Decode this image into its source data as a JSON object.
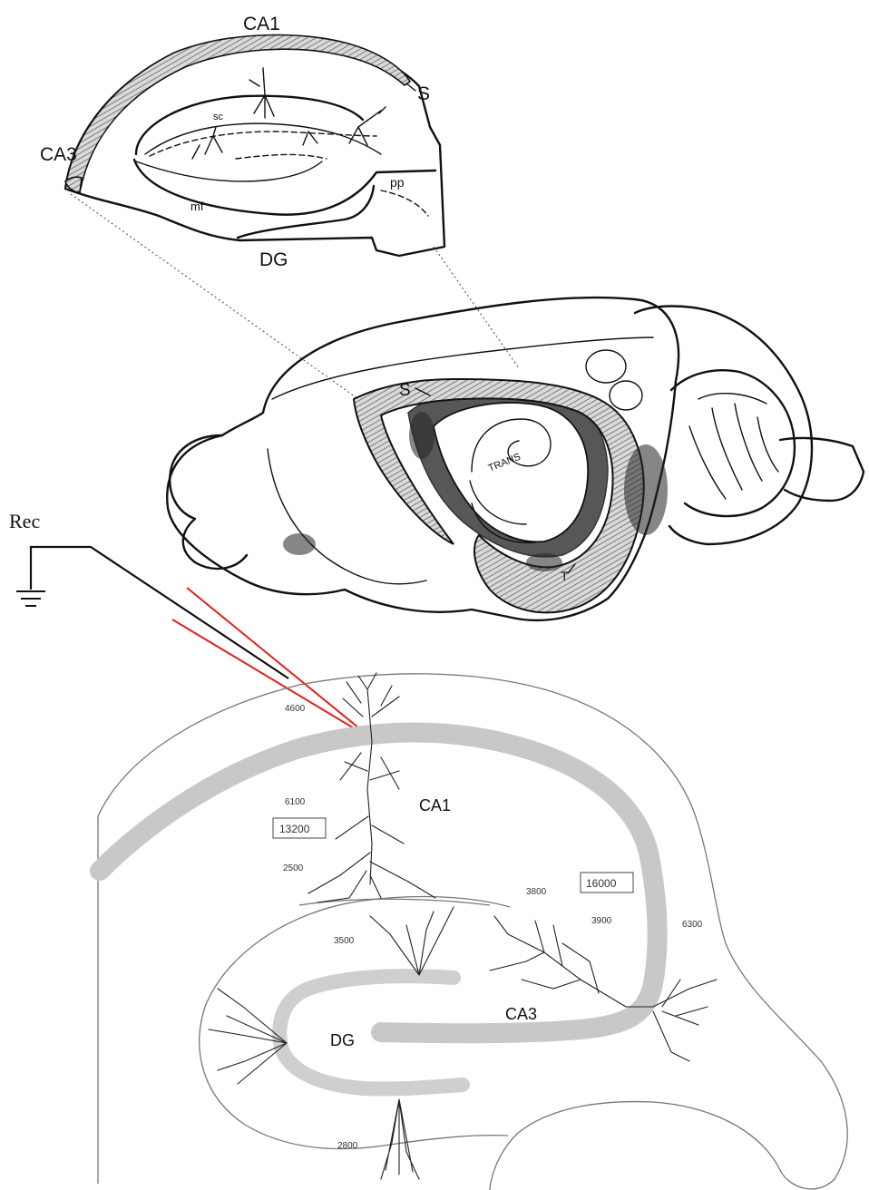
{
  "inset": {
    "labels": {
      "ca1": "CA1",
      "ca3": "CA3",
      "s": "S",
      "dg": "DG",
      "sc": "sc",
      "mf": "mf",
      "pp": "pp"
    }
  },
  "brain": {
    "labels": {
      "s": "S",
      "trans": "TRANS",
      "t": "T"
    }
  },
  "recording": {
    "label": "Rec"
  },
  "hippocampus": {
    "labels": {
      "ca1": "CA1",
      "ca3": "CA3",
      "dg": "DG"
    },
    "values": {
      "v4600": "4600",
      "v6100": "6100",
      "v13200": "13200",
      "v2500": "2500",
      "v3800": "3800",
      "v16000": "16000",
      "v3900": "3900",
      "v6300": "6300",
      "v3500": "3500",
      "v2800": "2800"
    }
  },
  "colors": {
    "line": "#111111",
    "electrode": "#e0201b",
    "stratum": "#c8c8c8"
  }
}
